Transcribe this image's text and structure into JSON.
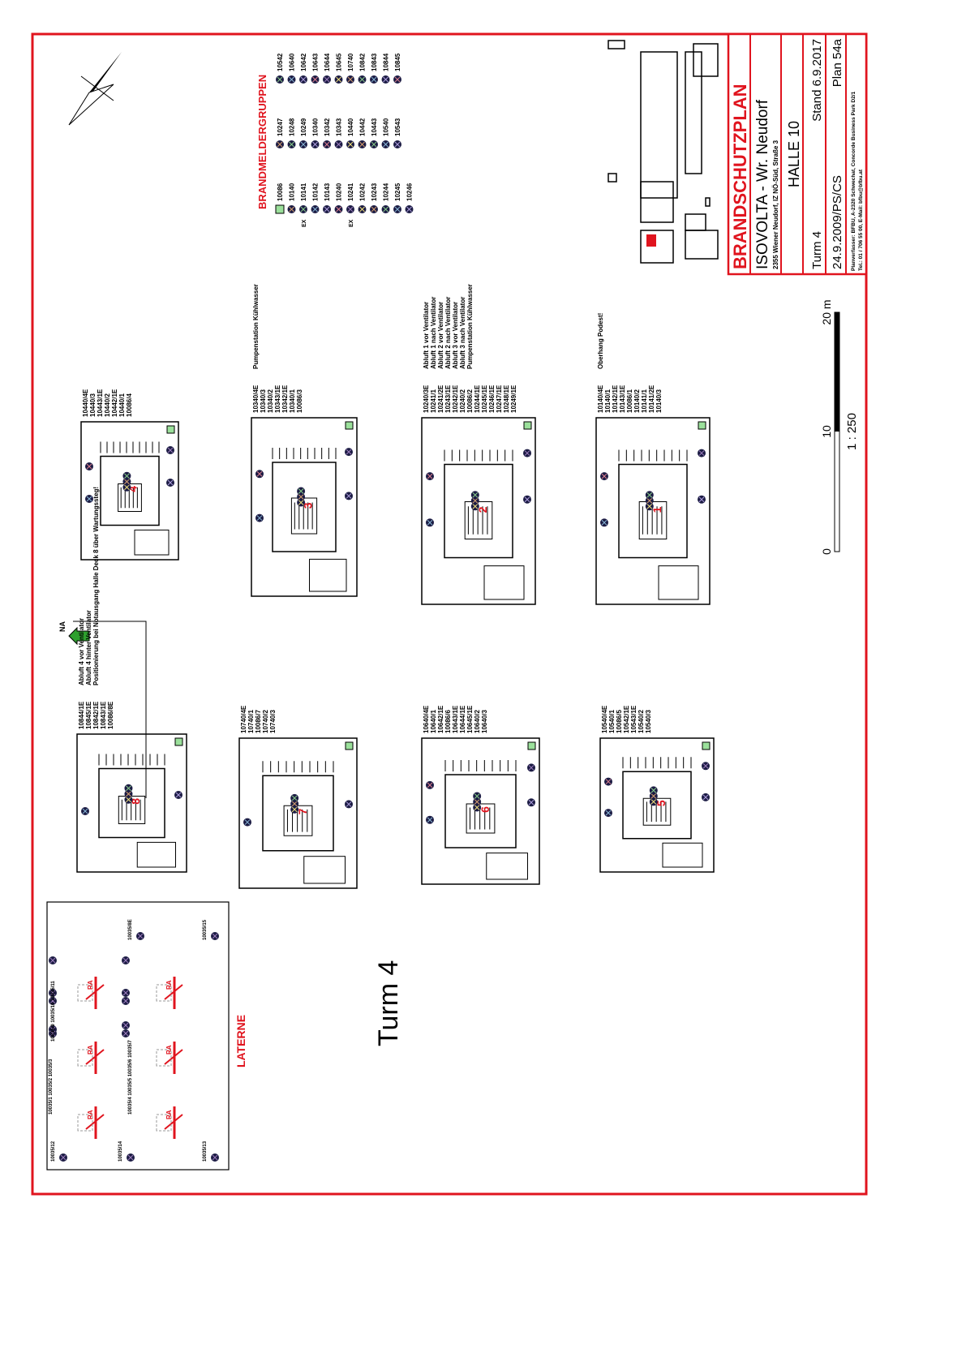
{
  "title_block": {
    "heading": "BRANDSCHUTZPLAN",
    "company": "ISOVOLTA - Wr. Neudorf",
    "address": "2355 Wiener Neudorf, IZ NÖ-Süd, Straße 3",
    "hall": "HALLE 10",
    "tower": "Turm 4",
    "status": "Stand 6.9.2017",
    "date": "24.9.2009/PS/CS",
    "plan": "Plan 54a",
    "author_line1": "Planverfasser: BFBU, A-2320 Schwechat, Concorde Business Park D2/1",
    "author_line2": "Tel.: 01 / 706 55 00, E-Mail: bfbu@bfbu.at"
  },
  "legend": {
    "title": "BRANDMELDERGRUPPEN",
    "columns": [
      [
        "10086",
        "10140",
        "10141",
        "10142",
        "10143",
        "10240",
        "10241",
        "10242",
        "10243",
        "10244",
        "10245",
        "10246"
      ],
      [
        "10247",
        "10248",
        "10249",
        "10340",
        "10342",
        "10343",
        "10440",
        "10442",
        "10443",
        "10540",
        "10543"
      ],
      [
        "10542",
        "10640",
        "10642",
        "10643",
        "10644",
        "10645",
        "10740",
        "10842",
        "10843",
        "10844",
        "10845"
      ]
    ],
    "ex_marks": [
      "EX",
      "EX"
    ]
  },
  "scale": {
    "ticks": [
      "0",
      "10",
      "20 m"
    ],
    "ratio": "1 : 250"
  },
  "drawing_title": "Turm 4",
  "laterne": {
    "title": "LATERNE",
    "detectors": [
      "10035/12",
      "10035/14",
      "10035/13",
      "10035/15",
      "10035/8E",
      "10035/9 10035/10 10035/11",
      "10035/1 10035/2 10035/3",
      "10035/4 10035/5 10035/6 10035/7"
    ],
    "valve_label": "RA"
  },
  "north_arrow": {
    "label": "NA"
  },
  "colors": {
    "red": "#e0141e",
    "detector": "#1c1c44",
    "green": "#2ea02e"
  },
  "units": [
    {
      "number": "4",
      "detectors": [
        "10440/4E",
        "10440/3",
        "10443/1E",
        "10440/2",
        "10442/1E",
        "10440/1",
        "10086/4"
      ],
      "notes": []
    },
    {
      "number": "3",
      "detectors": [
        "10340/4E",
        "10340/3",
        "10340/2",
        "10343/1E",
        "10342/1E",
        "10340/1",
        "10086/3"
      ],
      "notes": [
        "Pumpenstation Kühlwasser"
      ]
    },
    {
      "number": "2",
      "detectors": [
        "10240/3E",
        "10241/1",
        "10241/2E",
        "10243/1E",
        "10242/1E",
        "10240/2",
        "10086/2",
        "10244/1E",
        "10245/1E",
        "10246/1E",
        "10247/1E",
        "10248/1E",
        "10249/1E"
      ],
      "notes": [
        "Abluft 1 vor Ventilator",
        "Abluft 1 nach Ventilator",
        "Abluft 2 vor Ventilator",
        "Abluft 2 nach Ventilator",
        "Abluft 3 vor Ventilator",
        "Abluft 3 nach Ventilator",
        "Pumpenstation Kühlwasser"
      ]
    },
    {
      "number": "1",
      "detectors": [
        "10140/4E",
        "10140/1",
        "10142/1E",
        "10143/1E",
        "10086/1",
        "10140/2",
        "10141/1",
        "10141/2E",
        "10140/3"
      ],
      "notes": [
        "Oberhang Podest!"
      ]
    },
    {
      "number": "8",
      "detectors": [
        "10844/1E",
        "10845/1E",
        "10842/1E",
        "10843/1E",
        "10086/8E"
      ],
      "notes": [
        "Abluft 4 vor Ventilator",
        "Abluft 4 hinter Ventilator",
        "Positionierung bei Notausgang Halle Deck 8 über Wartungssteg!"
      ]
    },
    {
      "number": "7",
      "detectors": [
        "10740/4E",
        "10740/1",
        "10086/7",
        "10740/2",
        "10740/3"
      ],
      "notes": []
    },
    {
      "number": "6",
      "detectors": [
        "10640/4E",
        "10640/1",
        "10642/1E",
        "10086/6",
        "10643/1E",
        "10644/1E",
        "10645/1E",
        "10640/2",
        "10640/3"
      ],
      "notes": []
    },
    {
      "number": "5",
      "detectors": [
        "10540/4E",
        "10540/1",
        "10086/5",
        "10542/1E",
        "10543/1E",
        "10540/2",
        "10540/3"
      ],
      "notes": []
    }
  ]
}
